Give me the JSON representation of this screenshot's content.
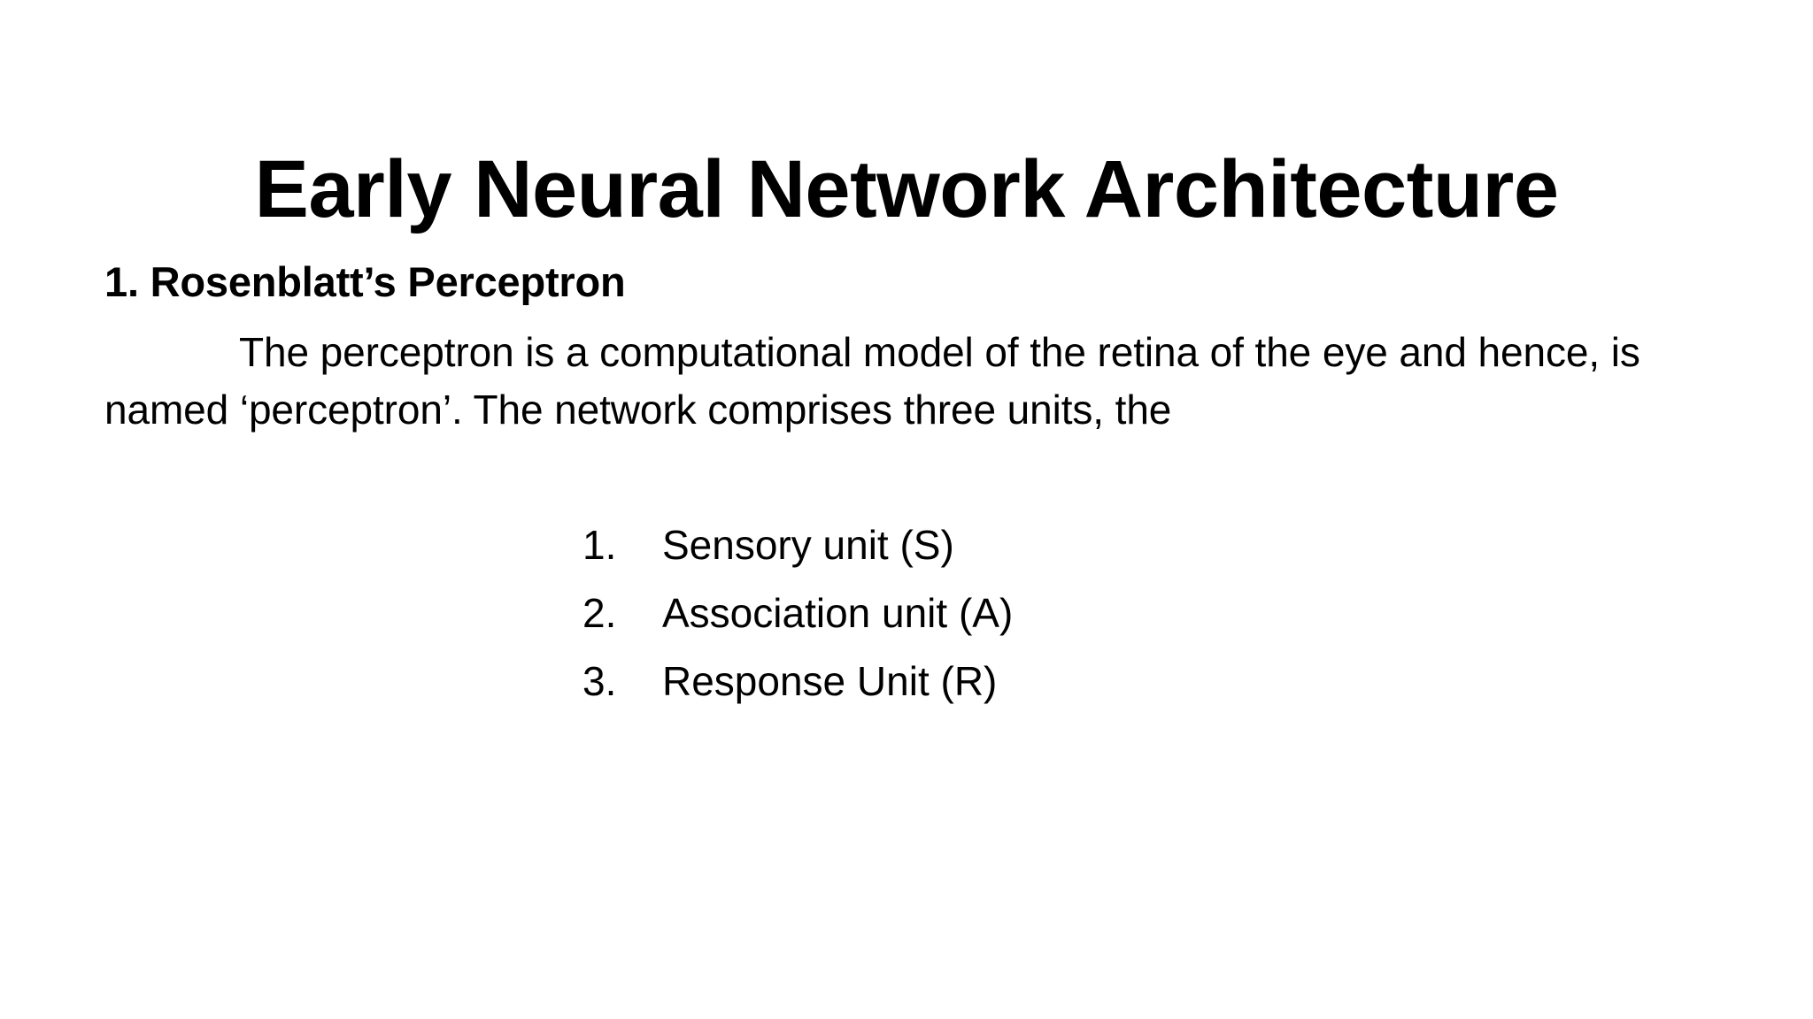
{
  "slide": {
    "background_color": "#ffffff",
    "text_color": "#000000",
    "title": "Early Neural Network Architecture",
    "section_heading": "1. Rosenblatt’s Perceptron",
    "paragraph": "The perceptron is a computational model of the retina of the eye and hence, is named ‘perceptron’.  The network comprises three units, the",
    "list": [
      {
        "marker": "1.",
        "text": "Sensory unit (S)"
      },
      {
        "marker": "2.",
        "text": "Association unit (A)"
      },
      {
        "marker": "3.",
        "text": "Response Unit (R)"
      }
    ]
  }
}
